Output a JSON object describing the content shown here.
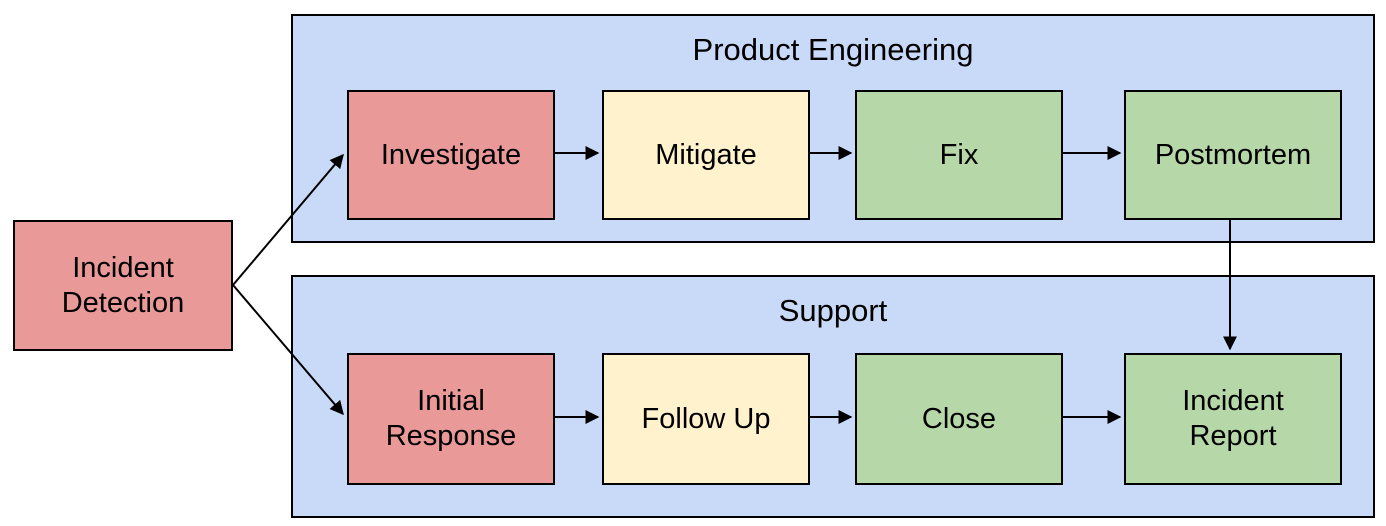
{
  "colors": {
    "background": "#ffffff",
    "lane_fill": "#c9daf8",
    "red": "#ea9999",
    "yellow": "#fff2cc",
    "green": "#b6d7a8",
    "border": "#000000",
    "text": "#000000"
  },
  "start_node": {
    "id": "incident-detection",
    "fill": "red",
    "label": "Incident Detection",
    "lines": [
      "Incident",
      "Detection"
    ]
  },
  "lanes": [
    {
      "id": "product-engineering",
      "label": "Product Engineering",
      "steps": [
        {
          "id": "investigate",
          "fill": "red",
          "label": "Investigate",
          "lines": [
            "Investigate"
          ]
        },
        {
          "id": "mitigate",
          "fill": "yellow",
          "label": "Mitigate",
          "lines": [
            "Mitigate"
          ]
        },
        {
          "id": "fix",
          "fill": "green",
          "label": "Fix",
          "lines": [
            "Fix"
          ]
        },
        {
          "id": "postmortem",
          "fill": "green",
          "label": "Postmortem",
          "lines": [
            "Postmortem"
          ]
        }
      ]
    },
    {
      "id": "support",
      "label": "Support",
      "steps": [
        {
          "id": "initial-response",
          "fill": "red",
          "label": "Initial Response",
          "lines": [
            "Initial",
            "Response"
          ]
        },
        {
          "id": "follow-up",
          "fill": "yellow",
          "label": "Follow Up",
          "lines": [
            "Follow Up"
          ]
        },
        {
          "id": "close",
          "fill": "green",
          "label": "Close",
          "lines": [
            "Close"
          ]
        },
        {
          "id": "incident-report",
          "fill": "green",
          "label": "Incident Report",
          "lines": [
            "Incident",
            "Report"
          ]
        }
      ]
    }
  ],
  "edges": [
    {
      "from": "incident-detection",
      "to": "investigate"
    },
    {
      "from": "incident-detection",
      "to": "initial-response"
    },
    {
      "from": "investigate",
      "to": "mitigate"
    },
    {
      "from": "mitigate",
      "to": "fix"
    },
    {
      "from": "fix",
      "to": "postmortem"
    },
    {
      "from": "postmortem",
      "to": "incident-report"
    },
    {
      "from": "initial-response",
      "to": "follow-up"
    },
    {
      "from": "follow-up",
      "to": "close"
    },
    {
      "from": "close",
      "to": "incident-report"
    }
  ]
}
